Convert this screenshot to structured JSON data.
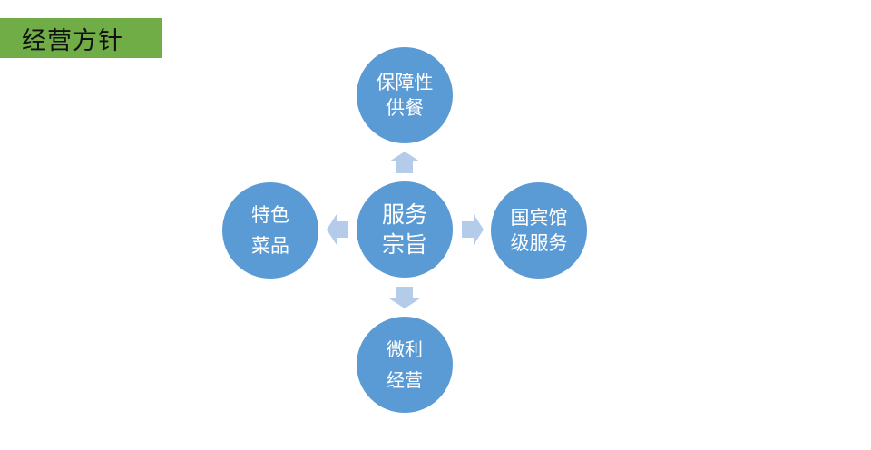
{
  "title": "经营方针",
  "center": {
    "line1": "服务",
    "line2": "宗旨"
  },
  "nodes": {
    "top": {
      "line1": "保障性",
      "line2": "供餐"
    },
    "right": {
      "line1": "国宾馆",
      "line2": "级服务"
    },
    "bottom": {
      "line1": "微利",
      "line2": "经营"
    },
    "left": {
      "line1": "特色",
      "line2": "菜品"
    }
  },
  "colors": {
    "title_bg": "#70ad47",
    "circle_fill": "#5b9bd5",
    "arrow_fill": "#b4cbe9",
    "circle_text": "#ffffff"
  }
}
